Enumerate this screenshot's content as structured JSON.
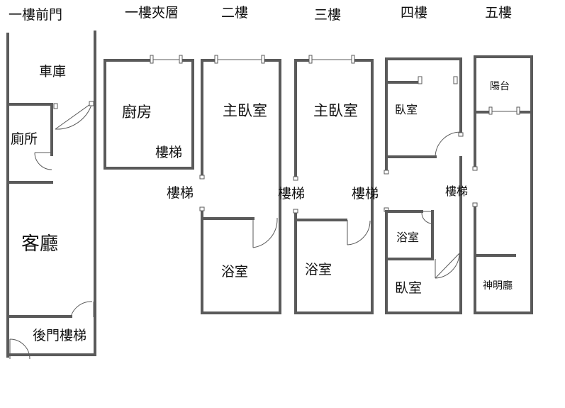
{
  "floors": [
    {
      "title": "一樓前門",
      "rooms": {
        "garage": "車庫",
        "toilet": "廁所",
        "living_room": "客廳",
        "back_stairs": "後門樓梯"
      }
    },
    {
      "title": "一樓夾層",
      "rooms": {
        "kitchen": "廚房",
        "stairs": "樓梯"
      }
    },
    {
      "title": "二樓",
      "rooms": {
        "master_bedroom": "主臥室",
        "stairs": "樓梯",
        "bathroom": "浴室"
      }
    },
    {
      "title": "三樓",
      "rooms": {
        "master_bedroom": "主臥室",
        "stairs_left": "樓梯",
        "stairs_right": "樓梯",
        "bathroom": "浴室"
      }
    },
    {
      "title": "四樓",
      "rooms": {
        "bedroom_top": "臥室",
        "bathroom": "浴室",
        "bedroom_bottom": "臥室",
        "stairs": "樓梯"
      }
    },
    {
      "title": "五樓",
      "rooms": {
        "balcony": "陽台",
        "shrine_hall": "神明廳"
      }
    }
  ]
}
